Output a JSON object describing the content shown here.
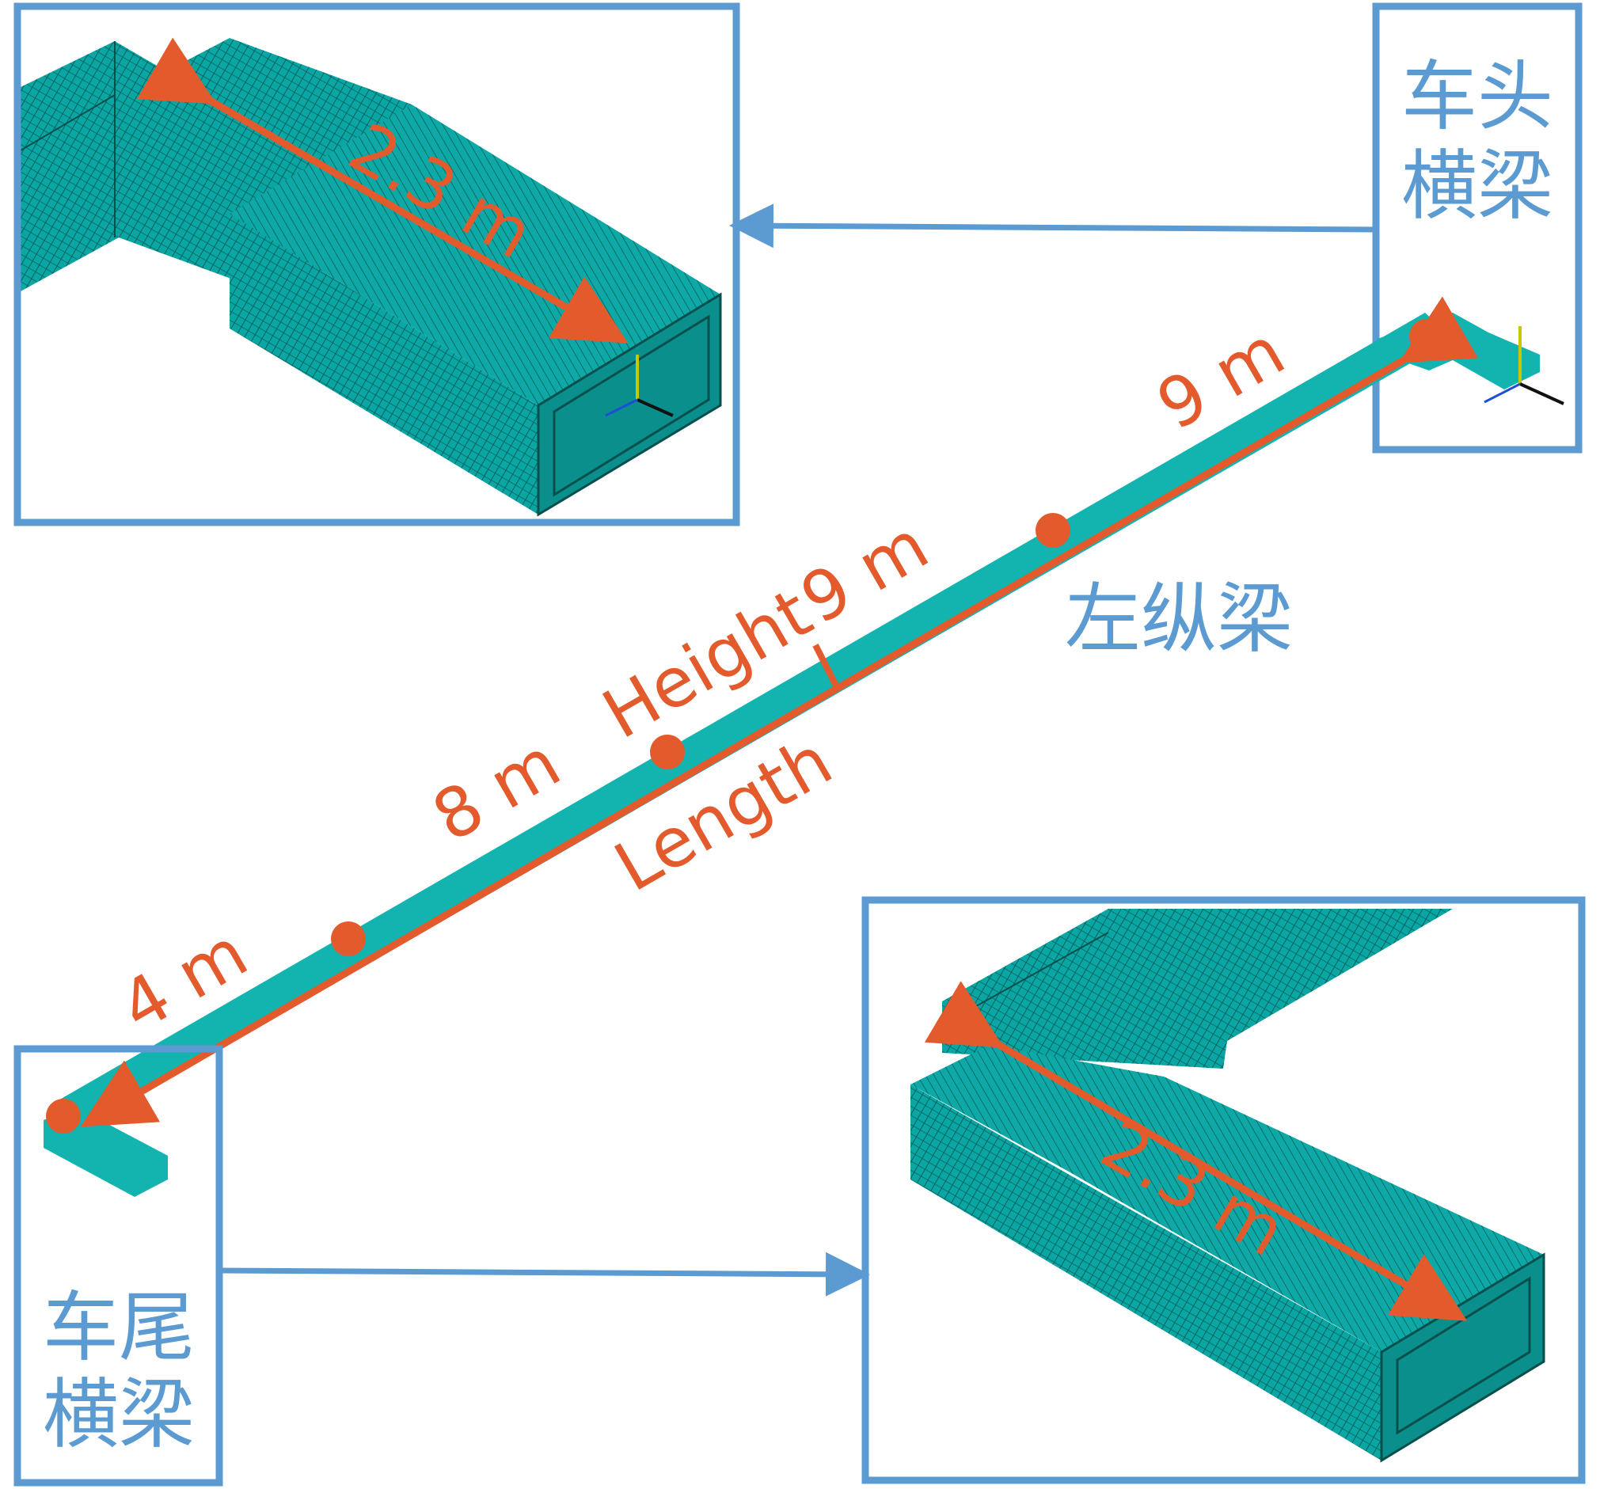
{
  "labels": {
    "front_beam": [
      "车头",
      "横梁"
    ],
    "rear_beam": [
      "车尾",
      "横梁"
    ],
    "left_beam": "左纵梁",
    "dim_top_inset": "2.3 m",
    "dim_bottom_inset": "2.3 m",
    "seg_4": "4 m",
    "seg_8": "8 m",
    "seg_9a": "9 m",
    "seg_9b": "9 m",
    "height_word": "Height",
    "length_word": "Length"
  },
  "colors": {
    "frame_blue": "#5b9bd1",
    "accent_orange": "#e35a2c",
    "mesh_teal": "#0aa6a3",
    "beam_teal": "#13b3b0"
  },
  "icons": [
    "axis-triad-icon"
  ]
}
